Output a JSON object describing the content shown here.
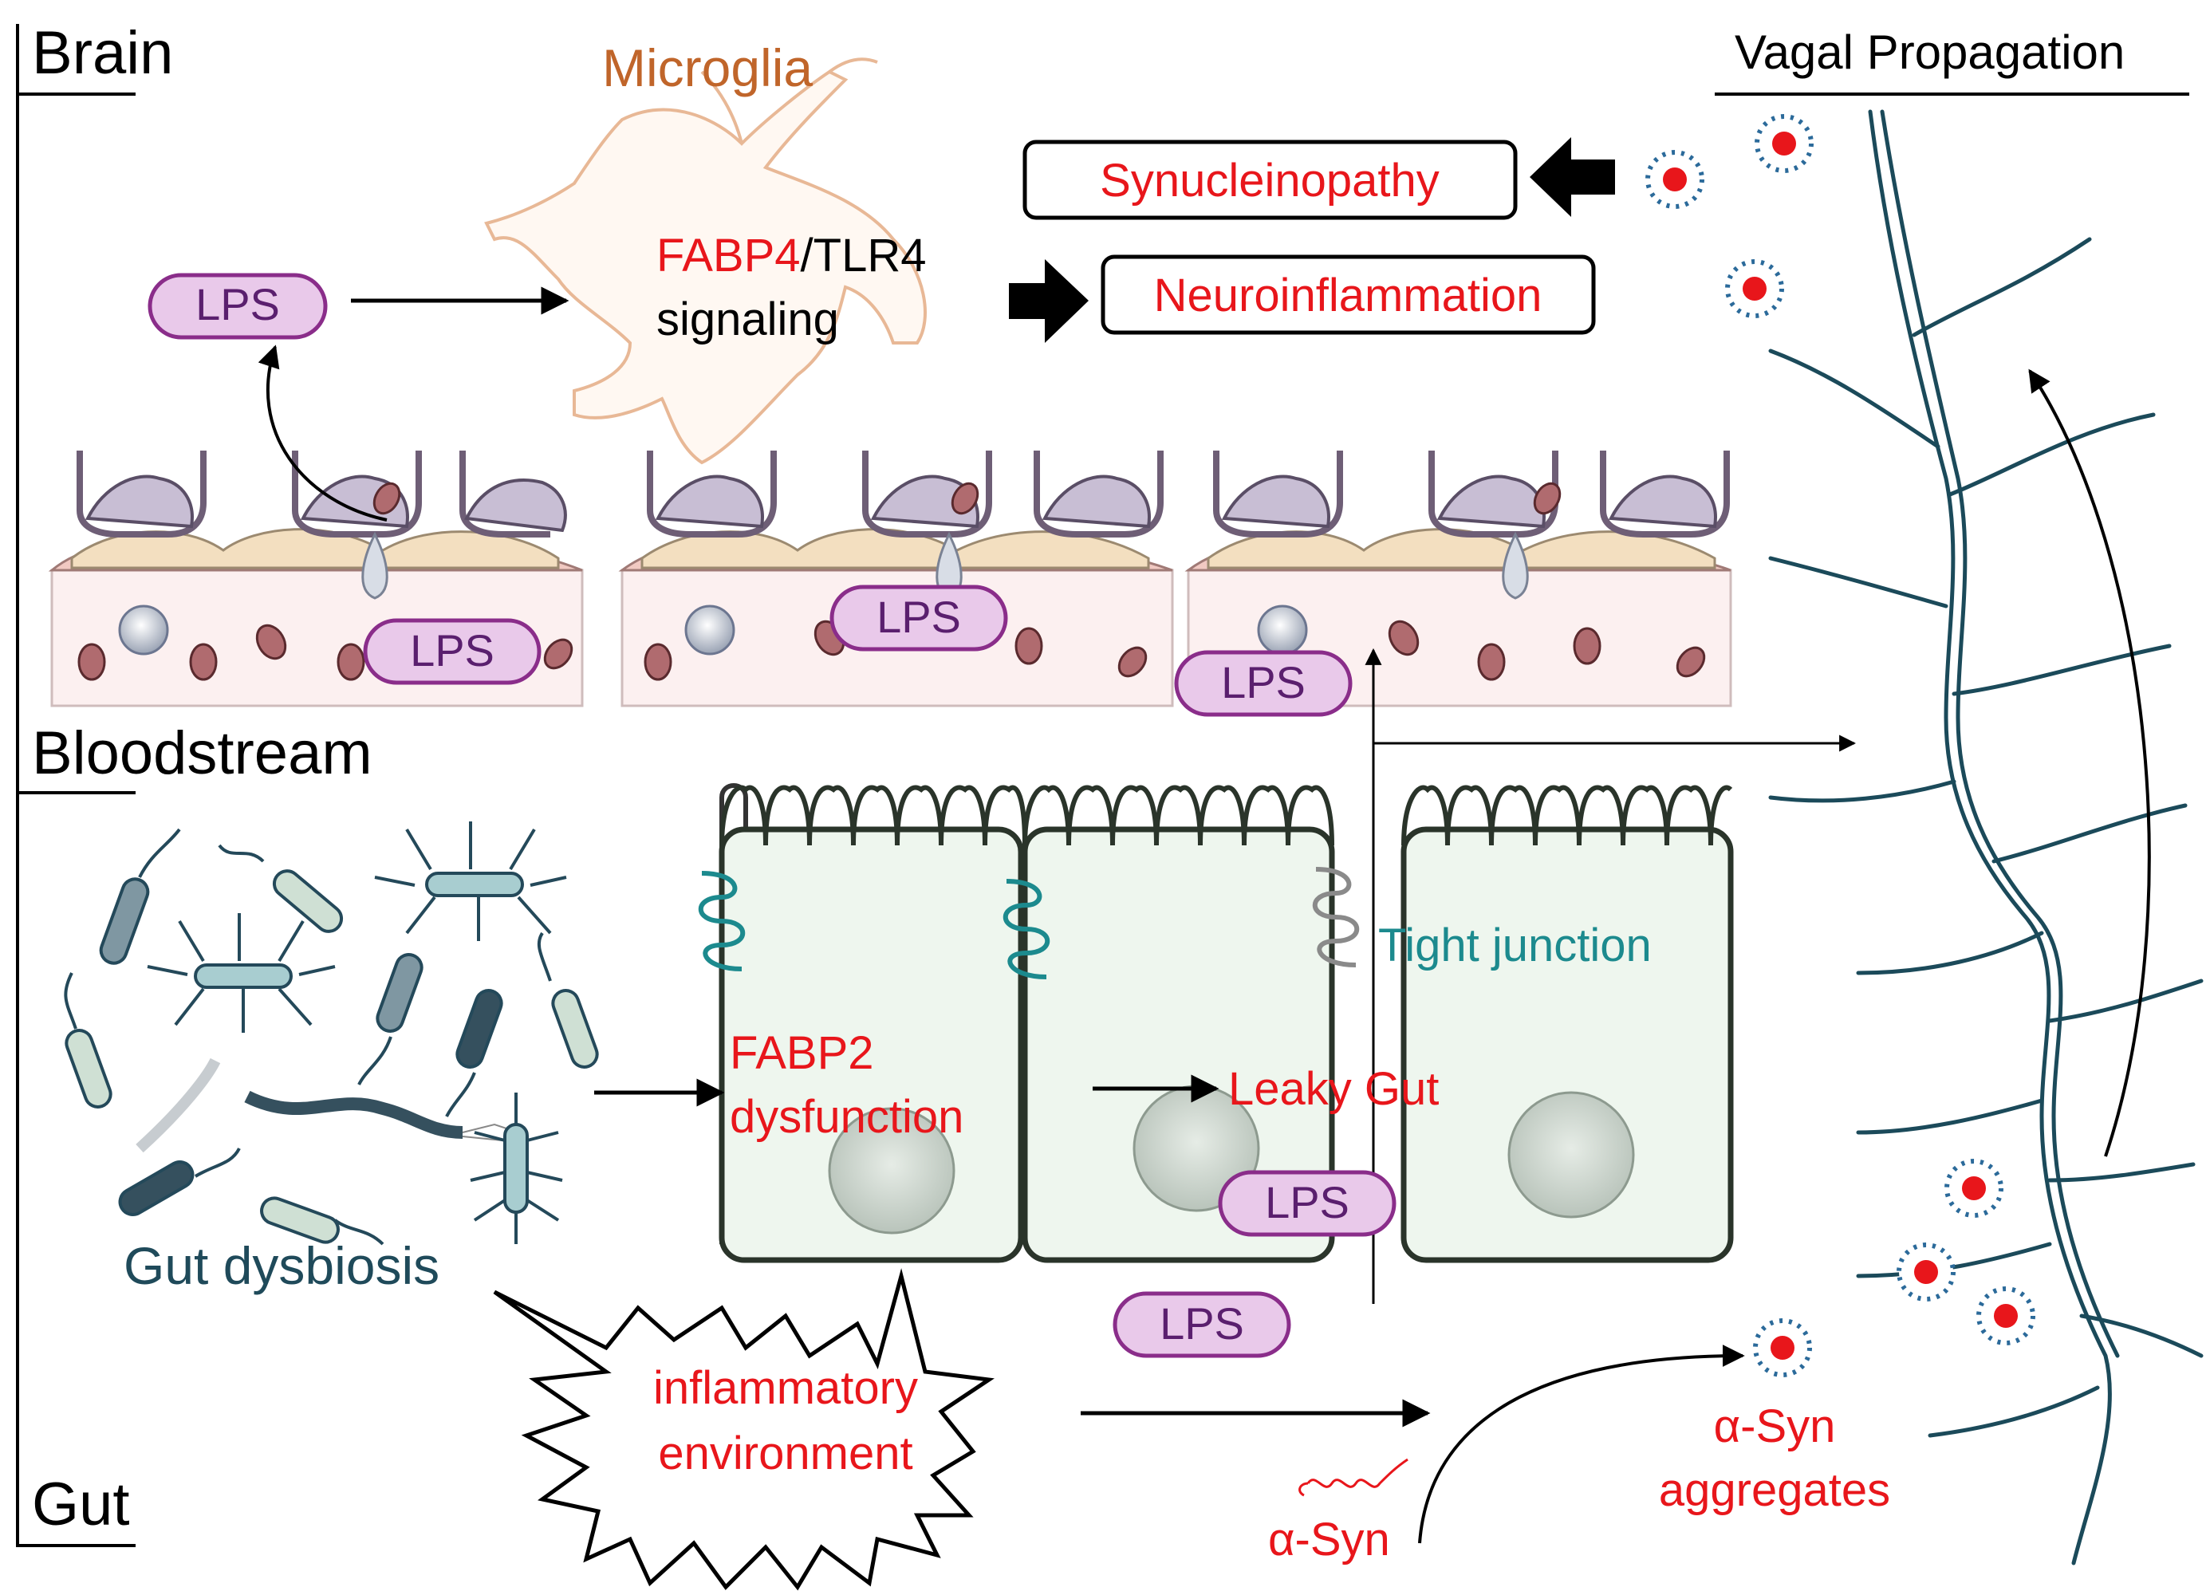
{
  "regions": {
    "brain": "Brain",
    "bloodstream": "Bloodstream",
    "gut": "Gut",
    "vagal": "Vagal Propagation"
  },
  "labels": {
    "microglia": "Microglia",
    "fabp4": "FABP4",
    "tlr4": "/TLR4",
    "signaling": "signaling",
    "synucleinopathy": "Synucleinopathy",
    "neuroinflammation": "Neuroinflammation",
    "tight_junction": "Tight junction",
    "fabp2": "FABP2",
    "dysfunction": "dysfunction",
    "leaky_gut": "Leaky Gut",
    "gut_dysbiosis": "Gut dysbiosis",
    "inflammatory": "inflammatory",
    "environment": "environment",
    "asyn": "α-Syn",
    "asyn_agg_1": "α-Syn",
    "asyn_agg_2": "aggregates"
  },
  "lps": {
    "label": "LPS"
  },
  "colors": {
    "red": "#e8161b",
    "orange": "#c0652a",
    "teal": "#1c8a8e",
    "lps_fill": "#e9c9ea",
    "lps_stroke": "#8a2d8a",
    "lps_text": "#5a1f6e",
    "nerve": "#1b4a5a",
    "cell_fill": "#eef6ee",
    "bacteria": "#24495a"
  }
}
